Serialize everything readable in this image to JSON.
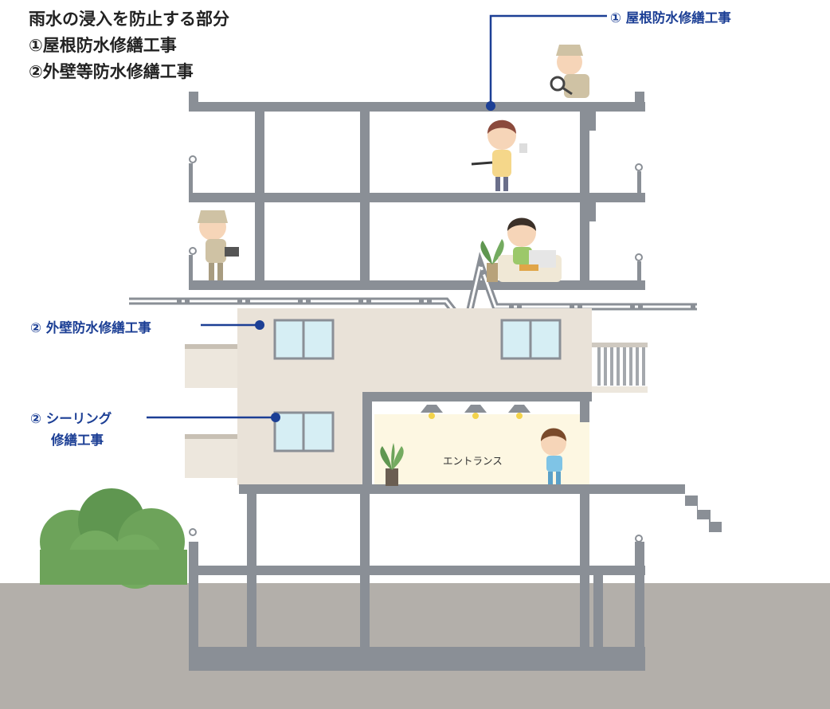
{
  "title": {
    "line1": "雨水の浸入を防止する部分",
    "line2": "①屋根防水修繕工事",
    "line3": "②外壁等防水修繕工事"
  },
  "callouts": {
    "roof": "① 屋根防水修繕工事",
    "wall": "② 外壁防水修繕工事",
    "sealing_line1": "② シーリング",
    "sealing_line2": "修繕工事"
  },
  "entrance_label": "エントランス",
  "colors": {
    "structure": "#8a8f96",
    "accent": "#1c3f95",
    "facade": "#e9e2d8",
    "ground": "#b3afaa",
    "window": "#d6eef4",
    "bush": "#6da35a"
  }
}
